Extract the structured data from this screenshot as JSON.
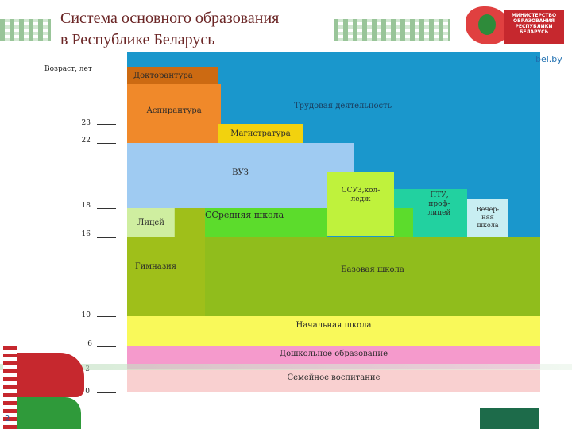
{
  "header": {
    "title_line1": "Система основного образования",
    "title_line2": "в Республике Беларусь",
    "logo_line1": "МИНИСТЕРСТВО",
    "logo_line2": "ОБРАЗОВАНИЯ",
    "logo_line3": "РЕСПУБЛИКИ",
    "logo_line4": "БЕЛАРУСЬ",
    "website_fragment": "bel.by"
  },
  "axis": {
    "label": "Возраст, лет",
    "ticks": [
      "23",
      "22",
      "18",
      "16",
      "10",
      "6",
      "3",
      "0"
    ]
  },
  "blocks": {
    "labor": "Трудовая деятельность",
    "doctorate": "Докторантура",
    "aspirantura": "Аспирантура",
    "magistratura": "Магистратура",
    "vuz": "ВУЗ",
    "ssuz": "ССУЗ,кол-\nледж",
    "ptu": "ПТУ,\nпроф-\nлицей",
    "evening": "Вечер-\nняя\nшкола",
    "lyceum": "Лицей",
    "secondary": "ССредняя школа",
    "gymnasium": "Гимназия",
    "basic": "Базовая школа",
    "primary": "Начальная школа",
    "preschool": "Дошкольное образование",
    "family": "Семейное воспитание"
  },
  "footer": {
    "page_number": "2"
  },
  "colors": {
    "labor": "#1a97cc",
    "doctorate": "#cc6a12",
    "aspirantura": "#f0892a",
    "magistratura": "#f2d20e",
    "vuz": "#9fcbf2",
    "ssuz": "#bff23c",
    "ptu": "#22d1a0",
    "evening": "#c8eef2",
    "lyceum": "#cfeea0",
    "secondary": "#5cdc2c",
    "gymnasium": "#9fbf1a",
    "basic": "#90bd1c",
    "primary": "#f9f95a",
    "preschool": "#f59acc",
    "family": "#f9d0d0"
  }
}
